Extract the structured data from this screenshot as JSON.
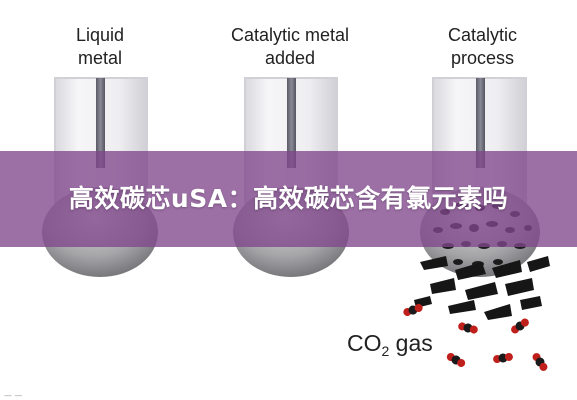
{
  "columns": [
    {
      "line1": "Liquid",
      "line2": "metal"
    },
    {
      "line1": "Catalytic metal",
      "line2": "added"
    },
    {
      "line1": "Catalytic",
      "line2": "process"
    }
  ],
  "banner": {
    "title": "高效碳芯uSA：高效碳芯含有氯元素吗"
  },
  "gas": {
    "prefix": "CO",
    "subscript": "2",
    "suffix": " gas"
  },
  "footer": {
    "mark": "— —"
  },
  "colors": {
    "banner_overlay": "#80468C",
    "tube_glass": "#E8E8EC",
    "liquid_metal": "#9A9A9C",
    "carbon": "#1A1A1A",
    "oxygen": "#C0201C"
  }
}
